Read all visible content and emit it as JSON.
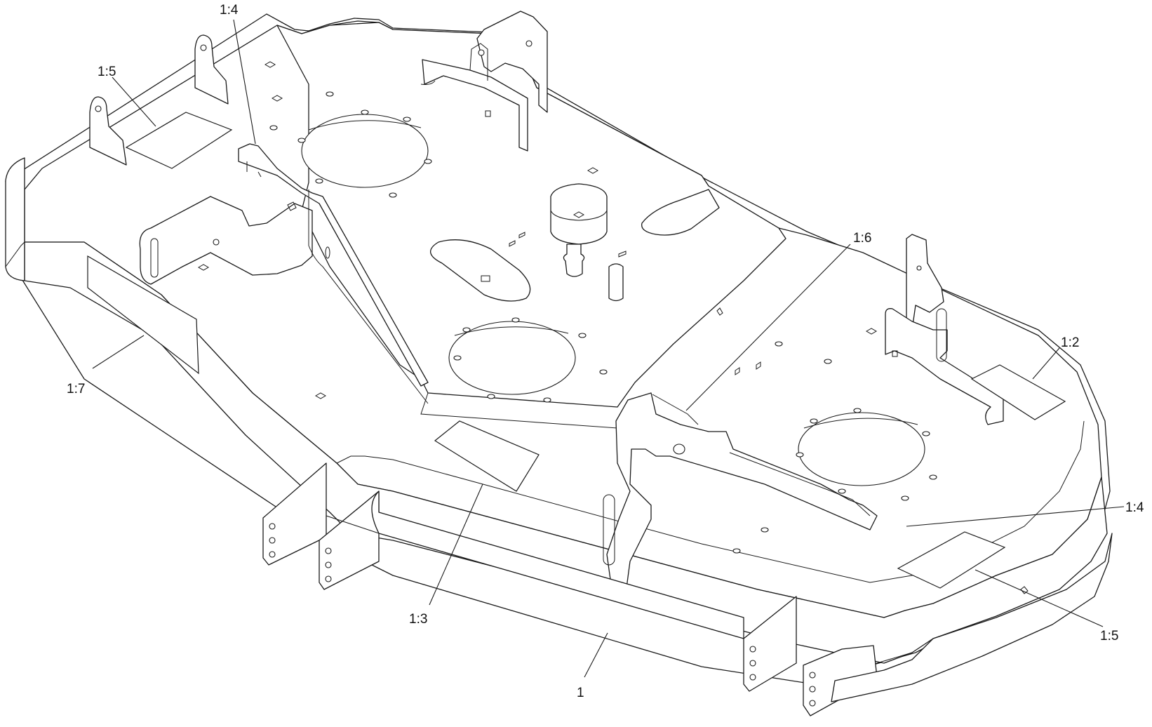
{
  "callouts": [
    {
      "id": "c-1-4-top",
      "label": "1:4"
    },
    {
      "id": "c-1-5-left",
      "label": "1:5"
    },
    {
      "id": "c-1-6",
      "label": "1:6"
    },
    {
      "id": "c-1-2",
      "label": "1:2"
    },
    {
      "id": "c-1-7",
      "label": "1:7"
    },
    {
      "id": "c-1-4-right",
      "label": "1:4"
    },
    {
      "id": "c-1-3",
      "label": "1:3"
    },
    {
      "id": "c-1-5-right",
      "label": "1:5"
    },
    {
      "id": "c-1",
      "label": "1"
    }
  ],
  "colors": {
    "line": "#1a1a1a",
    "background": "#ffffff"
  }
}
